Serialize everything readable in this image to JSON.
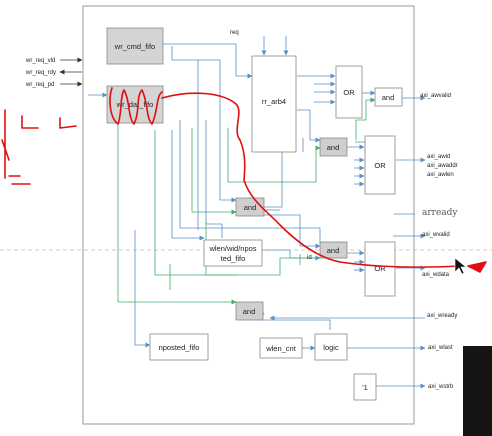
{
  "inputs": {
    "wr_req_vld": "wr_req_vld",
    "wr_req_rdy": "wr_req_rdy",
    "wr_req_pd": "wr_req_pd"
  },
  "blocks": {
    "wr_cmd_fifo": "wr_cmd_fifo",
    "wr_dat_fifo": "wr_dat_fifo",
    "rr_arb4": "rr_arb4",
    "or_top": "OR",
    "and_top": "and",
    "and_mid": "and",
    "or_mid": "OR",
    "and_left": "and",
    "wlen_fifo_line1": "wlen/wid/npos",
    "wlen_fifo_line2": "ted_fifo",
    "and_center": "and",
    "or_bottom": "OR",
    "and_bottom": "and",
    "nposted_fifo": "nposted_fifo",
    "wlen_cnt": "wlen_cnt",
    "logic": "logic",
    "const_one": "'1"
  },
  "signals": {
    "req": "req",
    "id": "id",
    "arready": "arready"
  },
  "outputs": {
    "axi_awvalid": "axi_awvalid",
    "axi_awid": "axi_awid",
    "axi_awaddr": "axi_awaddr",
    "axi_awlen": "axi_awlen",
    "axi_wvalid": "axi_wvalid",
    "axi_wdata": "axi_wdata",
    "axi_wready": "axi_wready",
    "axi_wlast": "axi_wlast",
    "axi_wstrb": "axi_wstrb"
  },
  "colors": {
    "wire_blue": "#5a8fc8",
    "wire_green": "#3cb06a",
    "ink_red": "#e01010",
    "fifo_gray": "#d4d4d4",
    "gate_gray": "#cfcfcf"
  }
}
